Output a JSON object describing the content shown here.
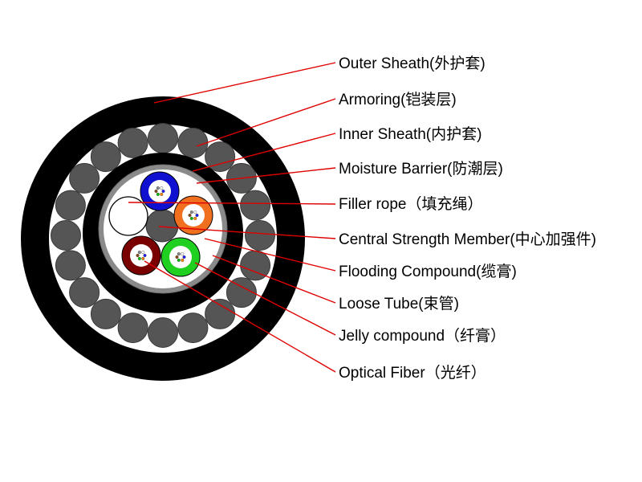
{
  "diagram": {
    "labels": [
      "Outer Sheath(外护套)",
      "Armoring(铠装层)",
      "Inner Sheath(内护套)",
      "Moisture Barrier(防潮层)",
      "Filler rope（填充绳）",
      "Central Strength Member(中心加强件)",
      "Flooding Compound(缆膏)",
      "Loose Tube(束管)",
      "Jelly compound（纤膏）",
      "Optical Fiber（光纤）"
    ],
    "colors": {
      "outer_sheath": "#000000",
      "armor_wire": "#555555",
      "inner_sheath": "#000000",
      "moisture_barrier": "#8a8a8a",
      "flooding_compound": "#ffffff",
      "filler_rope": "#ffffff",
      "central_member": "#555555",
      "tube_blue": "#1010d0",
      "tube_orange": "#f07020",
      "tube_green": "#20d020",
      "tube_darkred": "#7a0000",
      "leader_line": "#e00000"
    },
    "icons": [
      "outer-sheath-ring",
      "armor-wire",
      "inner-sheath-ring",
      "moisture-barrier-ring",
      "loose-tube",
      "filler-rope",
      "central-strength-member",
      "optical-fiber"
    ]
  }
}
